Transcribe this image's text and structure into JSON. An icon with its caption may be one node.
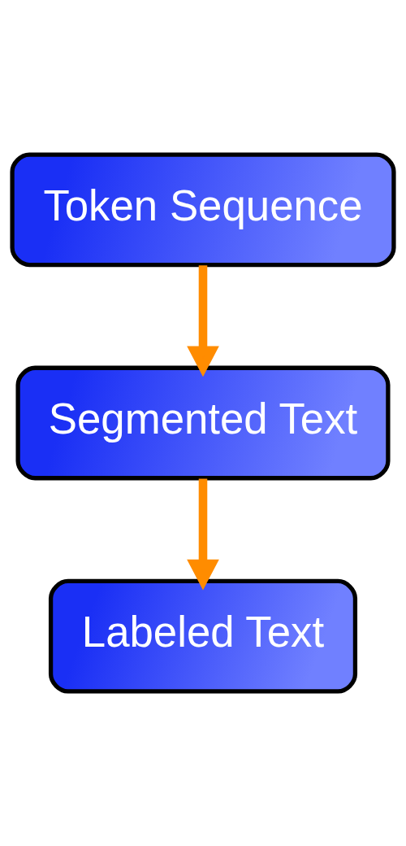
{
  "diagram": {
    "nodes": [
      {
        "text": [
          "Token Sequence"
        ]
      },
      {
        "text": [
          "Segmented Text"
        ]
      },
      {
        "text": [
          "Labeled Text"
        ]
      }
    ],
    "edges": [
      {
        "from": 0,
        "to": 1,
        "arrow": "to"
      },
      {
        "from": 1,
        "to": 2,
        "arrow": "to"
      }
    ]
  }
}
